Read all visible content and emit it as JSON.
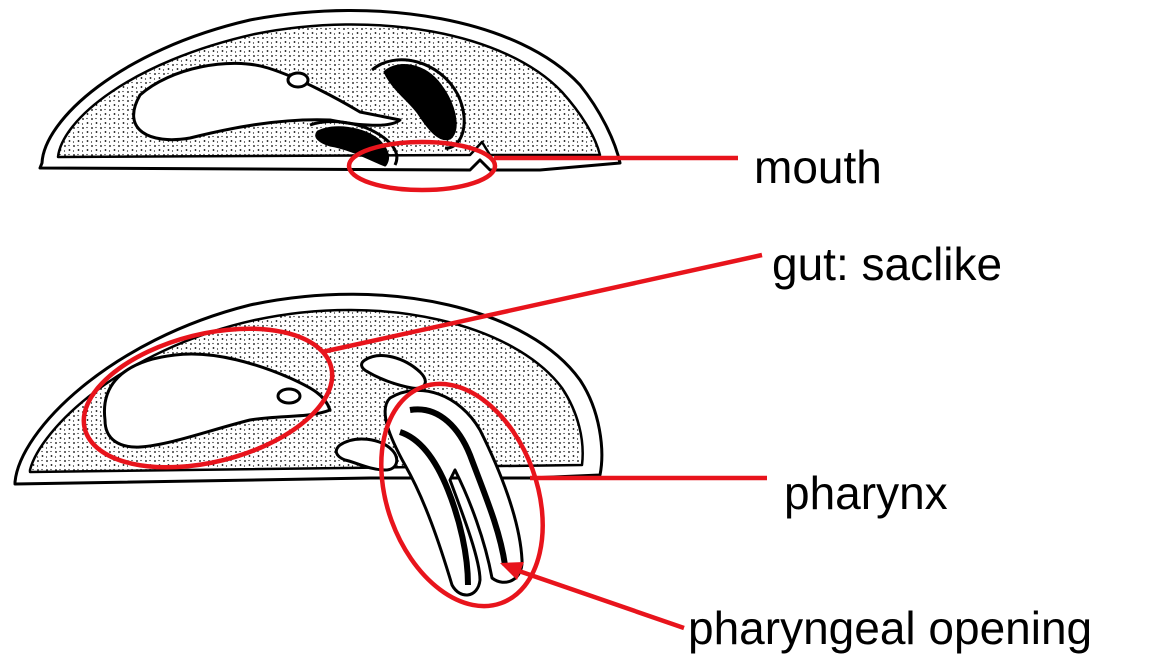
{
  "labels": {
    "mouth": "mouth",
    "gut": "gut: saclike",
    "pharynx": "pharynx",
    "pharyngeal_opening": "pharyngeal opening"
  },
  "colors": {
    "annotation": "#e8141c",
    "line_art": "#000000",
    "background": "#ffffff"
  }
}
